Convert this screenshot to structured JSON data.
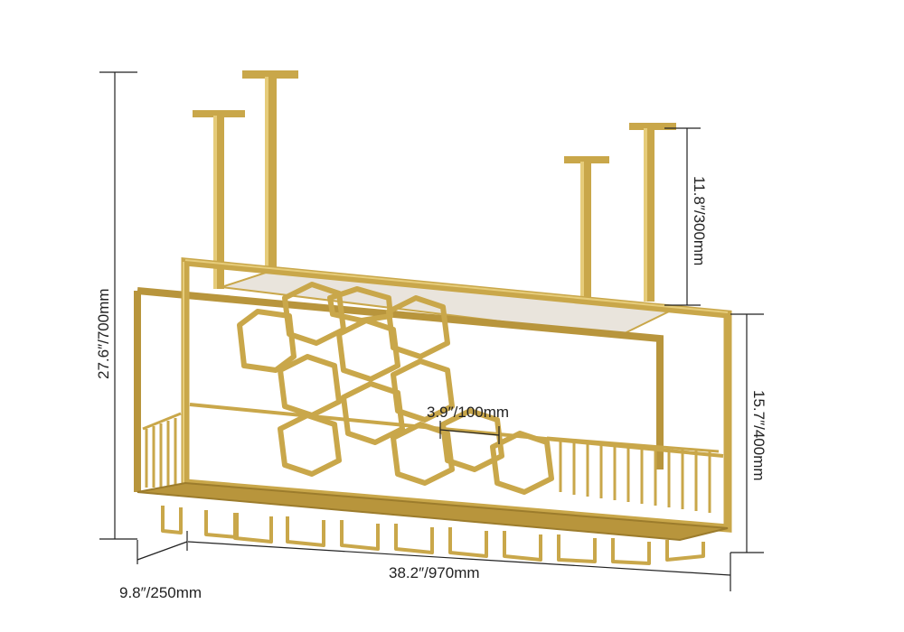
{
  "product": "ceiling-mounted gold metal wine glass rack with hexagon bottle holders",
  "colors": {
    "frame": "#c9a74a",
    "frame_light": "#e6cc7a",
    "frame_dark": "#9c7c2c",
    "shelf": "#e9e4dc",
    "dimension_line": "#222222"
  },
  "dimensions": {
    "total_height": "27.6″/700mm",
    "rod_height": "11.8″/300mm",
    "frame_height": "15.7″/400mm",
    "hex_width": "3.9″/100mm",
    "depth": "9.8″/250mm",
    "length": "38.2″/970mm"
  }
}
